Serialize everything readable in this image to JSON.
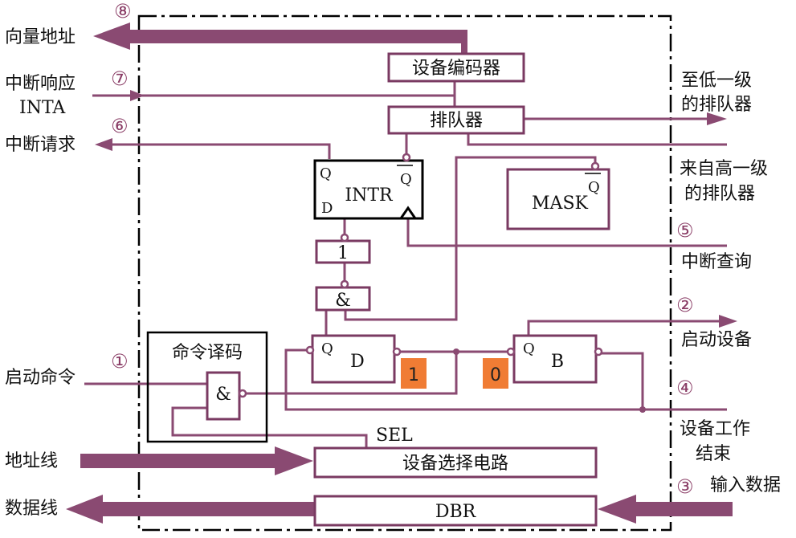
{
  "colors": {
    "wire": "#8a4a72",
    "box": "#7a3a62",
    "frame": "#000000",
    "orange": "#f07c34",
    "text": "#111111"
  },
  "left_labels": {
    "vector_address": "向量地址",
    "int_ack": "中断响应",
    "inta": "INTA",
    "int_request": "中断请求",
    "start_cmd": "启动命令",
    "address_bus": "地址线",
    "data_bus": "数据线"
  },
  "right_labels": {
    "to_lower_1": "至低一级",
    "to_lower_2": "的排队器",
    "from_higher_1": "来自高一级",
    "from_higher_2": "的排队器",
    "int_query": "中断查询",
    "start_device": "启动设备",
    "device_done_1": "设备工作",
    "device_done_2": "结束",
    "input_data": "输入数据"
  },
  "markers": {
    "m1": "①",
    "m2": "②",
    "m3": "③",
    "m4": "④",
    "m5": "⑤",
    "m6": "⑥",
    "m7": "⑦",
    "m8": "⑧"
  },
  "blocks": {
    "encoder": "设备编码器",
    "queue": "排队器",
    "intr": "INTR",
    "intr_q": "Q",
    "intr_qbar": "Q",
    "intr_d": "D",
    "mask": "MASK",
    "mask_qbar": "Q",
    "not_gate": "1",
    "and_gate": "&",
    "cmd_decode": "命令译码",
    "cmd_and": "&",
    "ff_d": "D",
    "ff_d_q": "Q",
    "ff_b": "B",
    "ff_b_q": "Q",
    "d_state": "1",
    "b_state": "0",
    "sel": "SEL",
    "dev_select": "设备选择电路",
    "dbr": "DBR"
  }
}
